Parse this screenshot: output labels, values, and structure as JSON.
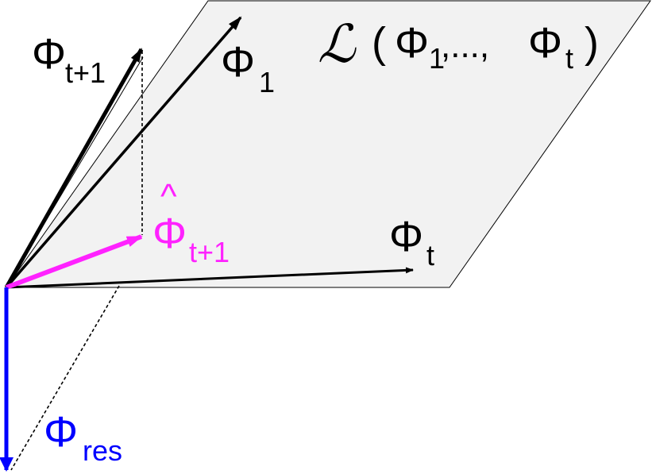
{
  "plane": {
    "symbol": "ℒ",
    "open": "(",
    "first_symbol": "Φ",
    "first_sub": "1",
    "separator": ",...,",
    "last_symbol": "Φ",
    "last_sub": "t",
    "close": ")"
  },
  "vectors": {
    "phi_t1": {
      "symbol": "Φ",
      "sub": "t+1"
    },
    "phi_1": {
      "symbol": "Φ",
      "sub": "1"
    },
    "phi_hat": {
      "hat": "^",
      "symbol": "Φ",
      "sub": "t+1"
    },
    "phi_t": {
      "symbol": "Φ",
      "sub": "t"
    },
    "phi_res": {
      "symbol": "Φ",
      "sub": "res"
    }
  },
  "colors": {
    "plane_fill": "#f2f2f2",
    "ink": "#000000",
    "projection": "#ff22ff",
    "residual": "#0000ff"
  }
}
